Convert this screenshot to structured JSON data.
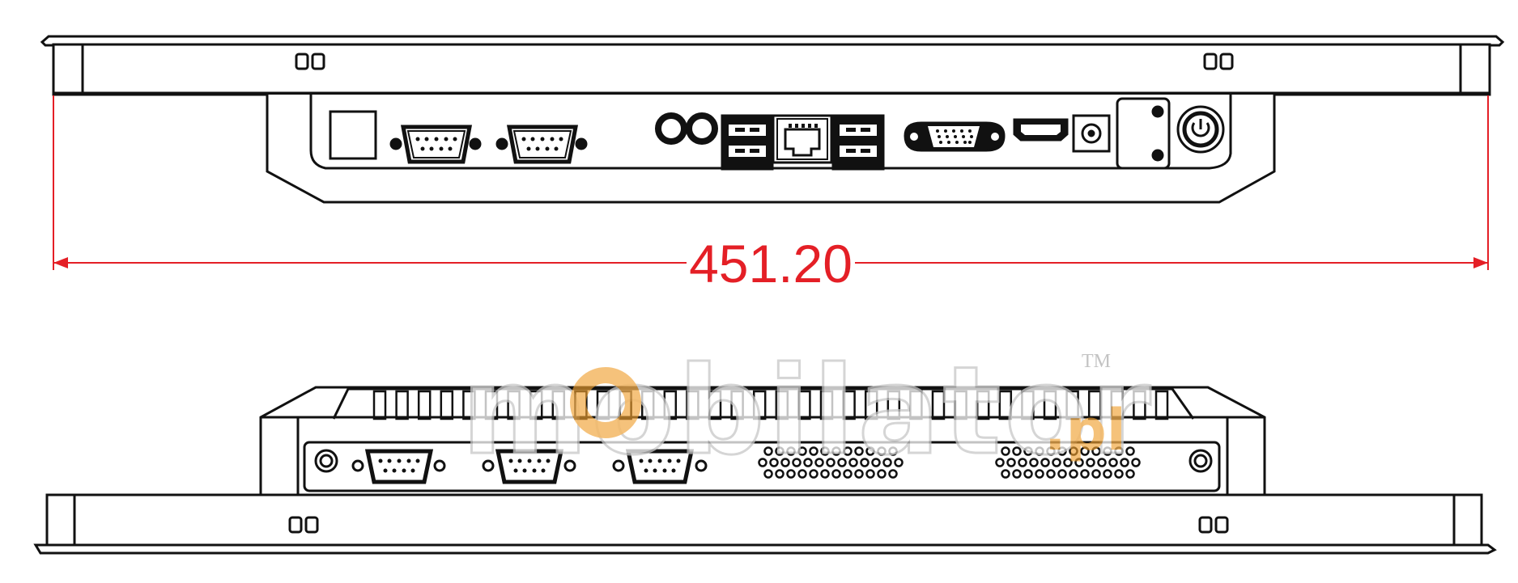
{
  "dimension": {
    "value": "451.20",
    "color": "#e41f26"
  },
  "watermark": {
    "brand": "mobilator",
    "suffix": ".pl",
    "trademark": "TM",
    "accent_color": "#f0a030"
  },
  "line_color": "#111111"
}
